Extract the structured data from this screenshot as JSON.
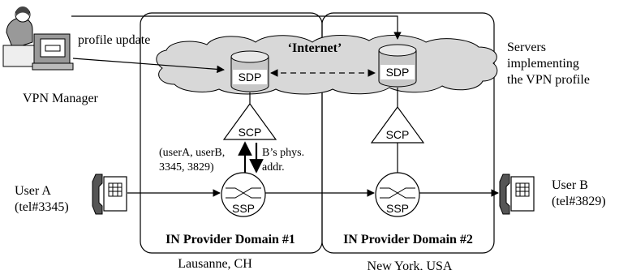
{
  "cloud_label": "‘Internet’",
  "manager": {
    "label": "VPN Manager",
    "action": "profile update"
  },
  "servers_note": [
    "Servers",
    "implementing",
    "the VPN profile"
  ],
  "domains": [
    {
      "title": "IN Provider Domain #1",
      "location": "Lausanne, CH"
    },
    {
      "title": "IN Provider Domain #2",
      "location": "New York, USA"
    }
  ],
  "nodes": {
    "sdp1": "SDP",
    "sdp2": "SDP",
    "scp1": "SCP",
    "scp2": "SCP",
    "ssp1": "SSP",
    "ssp2": "SSP"
  },
  "query": [
    "(userA, userB,",
    "3345, 3829)"
  ],
  "reply": [
    "B’s phys.",
    "addr."
  ],
  "user_a": {
    "name": "User A",
    "tel": "(tel#3345)"
  },
  "user_b": {
    "name": "User B",
    "tel": "(tel#3829)"
  },
  "colors": {
    "cloud": "#d8d8d8",
    "db": "#c8c8c8",
    "stroke": "#000000"
  }
}
